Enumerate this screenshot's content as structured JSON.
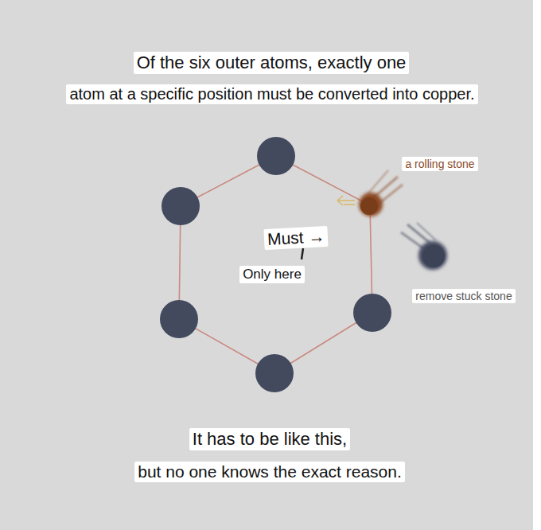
{
  "diagram": {
    "labels": [
      "Of the six outer atoms, exactly one",
      "atom at a specific position must be converted into copper.",
      "a rolling stone",
      "Must →",
      "Only here",
      "remove stuck stone",
      "It has to be like this,",
      "but no one knows the exact reason."
    ]
  }
}
